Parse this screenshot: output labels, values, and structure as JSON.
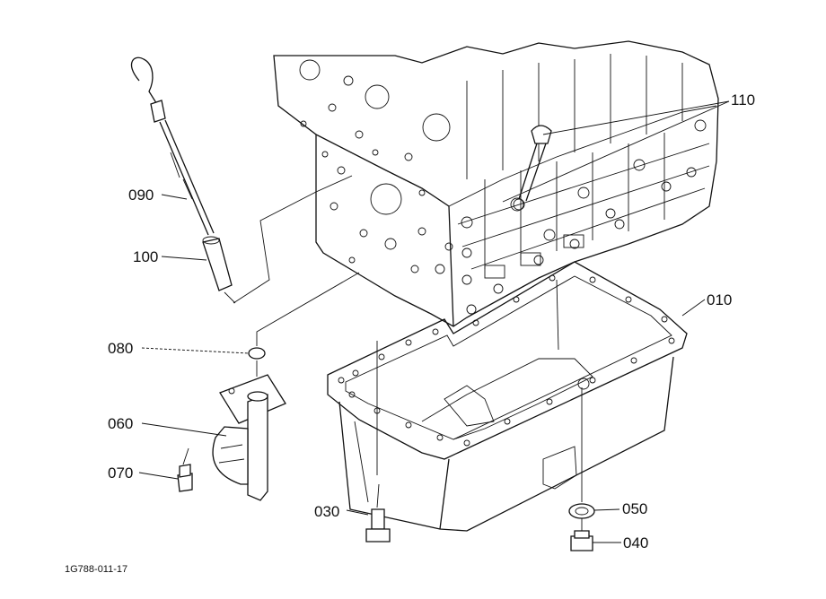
{
  "callouts": {
    "p010": "010",
    "p030": "030",
    "p040": "040",
    "p050": "050",
    "p060": "060",
    "p070": "070",
    "p080": "080",
    "p090": "090",
    "p100": "100",
    "p110": "110"
  },
  "drawing_code": "1G788-011-17",
  "colors": {
    "ink": "#111111",
    "paper": "#ffffff"
  }
}
